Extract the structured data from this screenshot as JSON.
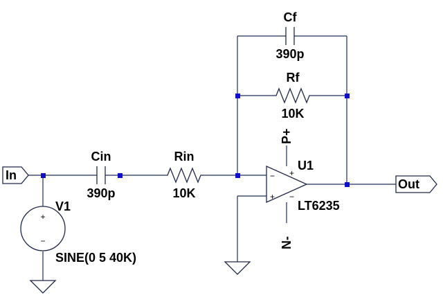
{
  "ports": {
    "input": "In",
    "output": "Out"
  },
  "source": {
    "name": "V1",
    "value": "SINE(0 5 40K)",
    "plus": "+",
    "minus": "−"
  },
  "components": {
    "cin": {
      "name": "Cin",
      "value": "390p"
    },
    "rin": {
      "name": "Rin",
      "value": "10K"
    },
    "cf": {
      "name": "Cf",
      "value": "390p"
    },
    "rf": {
      "name": "Rf",
      "value": "10K"
    }
  },
  "opamp": {
    "name": "U1",
    "model": "LT6235",
    "supply_pos": "P+",
    "supply_neg": "N-",
    "inv_mark": "−",
    "noninv_mark": "+",
    "vplus_mark": "+",
    "vminus_mark": "−"
  },
  "colors": {
    "wire": "#1e2d56",
    "component": "#20264a",
    "node": "#1010cc",
    "text": "#000000",
    "background": "#ffffff"
  }
}
